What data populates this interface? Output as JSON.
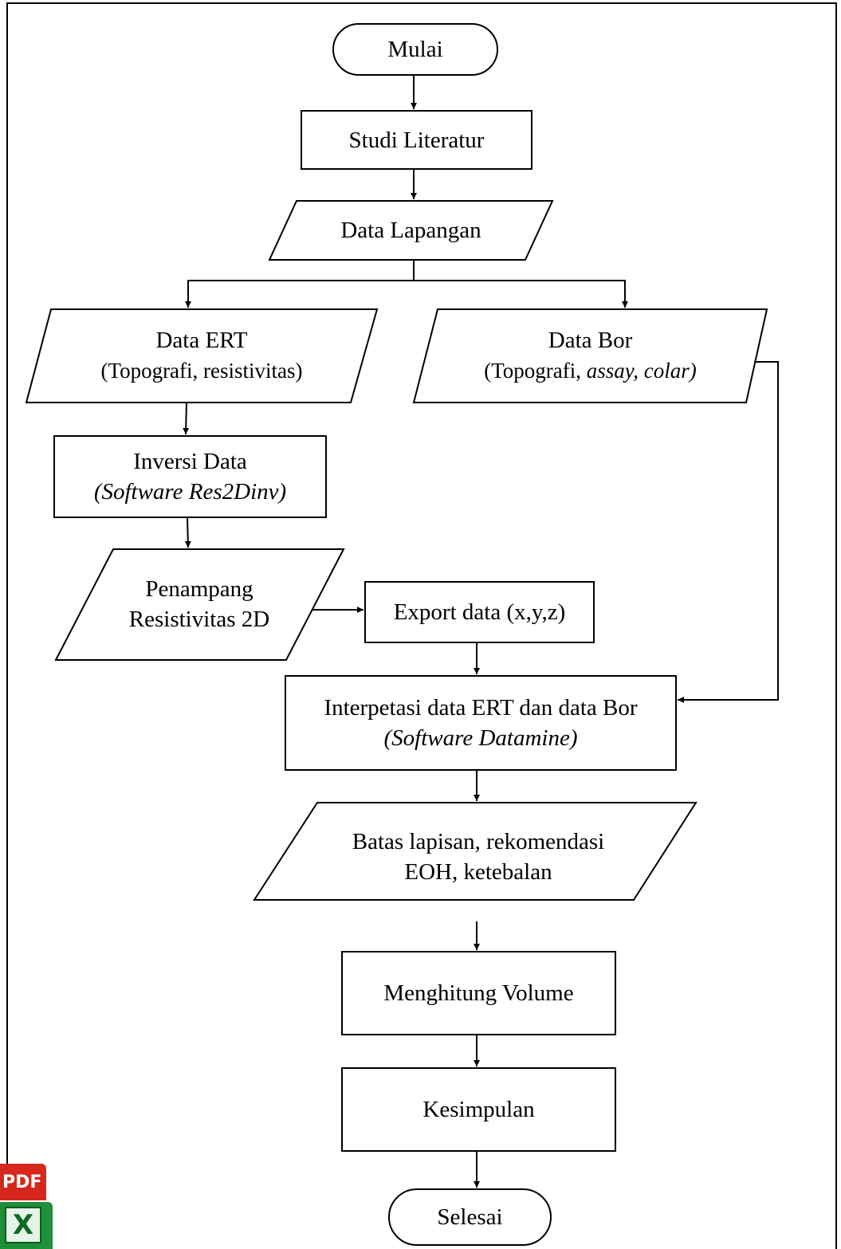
{
  "flowchart": {
    "nodes": {
      "start": {
        "shape": "terminal",
        "lines": [
          {
            "text": "Mulai"
          }
        ]
      },
      "literature": {
        "shape": "process",
        "lines": [
          {
            "text": "Studi Literatur"
          }
        ]
      },
      "field_data": {
        "shape": "data",
        "lines": [
          {
            "text": "Data Lapangan"
          }
        ]
      },
      "ert_data": {
        "shape": "data",
        "lines": [
          {
            "text": "Data ERT"
          },
          {
            "text": "(Topografi, resistivitas)"
          }
        ]
      },
      "bor_data": {
        "shape": "data",
        "lines": [
          {
            "text": "Data Bor"
          },
          {
            "text": "(Topografi, "
          },
          {
            "text": "assay, colar)",
            "italic": true
          }
        ]
      },
      "inversion": {
        "shape": "process",
        "lines": [
          {
            "text": "Inversi Data"
          },
          {
            "text": "(Software Res2Dinv)",
            "italic": true
          }
        ]
      },
      "section_2d": {
        "shape": "data",
        "lines": [
          {
            "text": "Penampang"
          },
          {
            "text": "Resistivitas 2D"
          }
        ]
      },
      "export": {
        "shape": "process",
        "lines": [
          {
            "text": "Export data (x,y,z)"
          }
        ]
      },
      "interpret": {
        "shape": "process",
        "lines": [
          {
            "text": "Interpetasi data ERT dan data Bor"
          },
          {
            "text": "(Software Datamine)",
            "italic": true
          }
        ]
      },
      "boundaries": {
        "shape": "data",
        "lines": [
          {
            "text": "Batas lapisan, rekomendasi"
          },
          {
            "text": "EOH, ketebalan"
          }
        ]
      },
      "volume": {
        "shape": "process",
        "lines": [
          {
            "text": "Menghitung Volume"
          }
        ]
      },
      "conclusion": {
        "shape": "process",
        "lines": [
          {
            "text": "Kesimpulan"
          }
        ]
      },
      "end": {
        "shape": "terminal",
        "lines": [
          {
            "text": "Selesai"
          }
        ]
      }
    },
    "edges": [
      [
        "start",
        "literature"
      ],
      [
        "literature",
        "field_data"
      ],
      [
        "field_data",
        "ert_data"
      ],
      [
        "field_data",
        "bor_data"
      ],
      [
        "ert_data",
        "inversion"
      ],
      [
        "inversion",
        "section_2d"
      ],
      [
        "section_2d",
        "export"
      ],
      [
        "export",
        "interpret"
      ],
      [
        "bor_data",
        "interpret"
      ],
      [
        "interpret",
        "boundaries"
      ],
      [
        "boundaries",
        "volume"
      ],
      [
        "volume",
        "conclusion"
      ],
      [
        "conclusion",
        "end"
      ]
    ]
  },
  "corner_icons": {
    "pdf": {
      "icon": "pdf-file-icon",
      "label": "PDF"
    },
    "excel": {
      "icon": "excel-file-icon",
      "label": "X"
    }
  }
}
